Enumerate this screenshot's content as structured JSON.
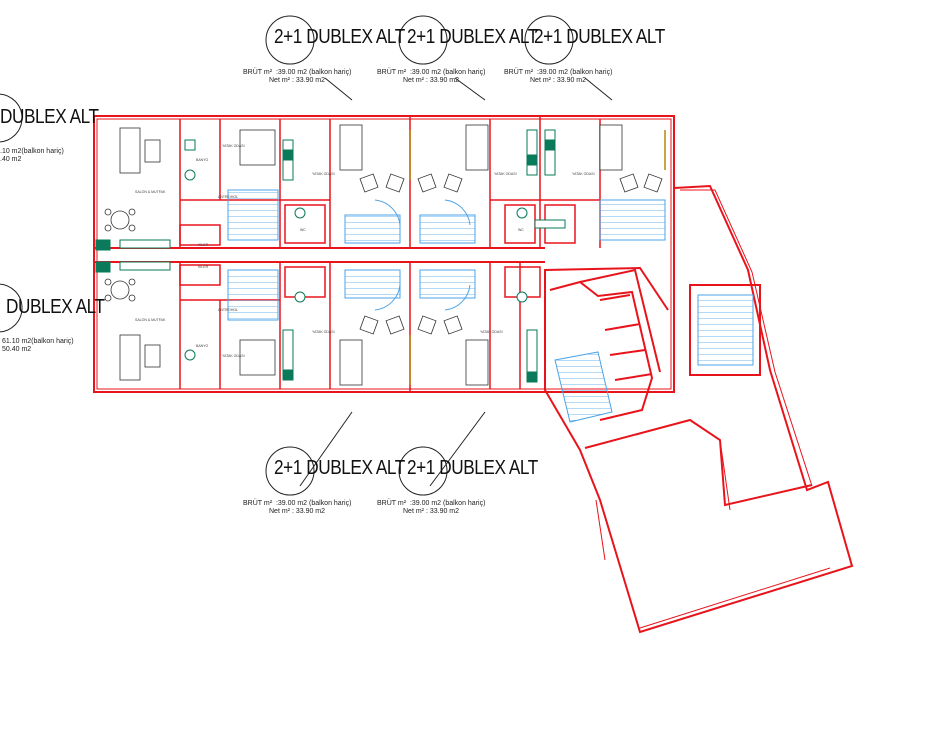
{
  "units": [
    {
      "title": "2+1 DUBLEX ALT",
      "brut_label": "BRÜT m²",
      "brut_value": ":39.00 m2 (balkon hariç)",
      "net_label": "Net m²",
      "net_value": ": 33.90 m2"
    },
    {
      "title": "2+1 DUBLEX ALT",
      "brut_label": "BRÜT m²",
      "brut_value": ":39.00 m2 (balkon hariç)",
      "net_label": "Net m²",
      "net_value": ": 33.90 m2"
    },
    {
      "title": "2+1 DUBLEX ALT",
      "brut_label": "BRÜT m²",
      "brut_value": ":39.00 m2 (balkon hariç)",
      "net_label": "Net m²",
      "net_value": ": 33.90 m2"
    },
    {
      "title": "2+1 DUBLEX ALT",
      "brut_label": "BRÜT m²",
      "brut_value": ":39.00 m2 (balkon hariç)",
      "net_label": "Net m²",
      "net_value": ": 33.90 m2"
    },
    {
      "title": "2+1 DUBLEX ALT",
      "brut_label": "BRÜT m²",
      "brut_value": ":39.00 m2 (balkon hariç)",
      "net_label": "Net m²",
      "net_value": ": 33.90 m2"
    }
  ],
  "left_units": [
    {
      "title": "DUBLEX ALT",
      "line1": ".10 m2(balkon hariç)",
      "line2": ".40 m2"
    },
    {
      "title": "DUBLEX ALT",
      "line1": "61.10 m2(balkon hariç)",
      "line2": "50.40 m2"
    }
  ],
  "rooms": {
    "salon": "SALON & MUTFAK",
    "banyo": "BANYO",
    "yatak": "YATAK ODASI",
    "antre": "ANTRE/HOL",
    "kiler": "KİLER",
    "wc": "WC"
  },
  "colors": {
    "walls": "#e8141c",
    "stairs": "#4aa3e8",
    "fixtures": "#0a7a5a",
    "furniture": "#333333"
  }
}
